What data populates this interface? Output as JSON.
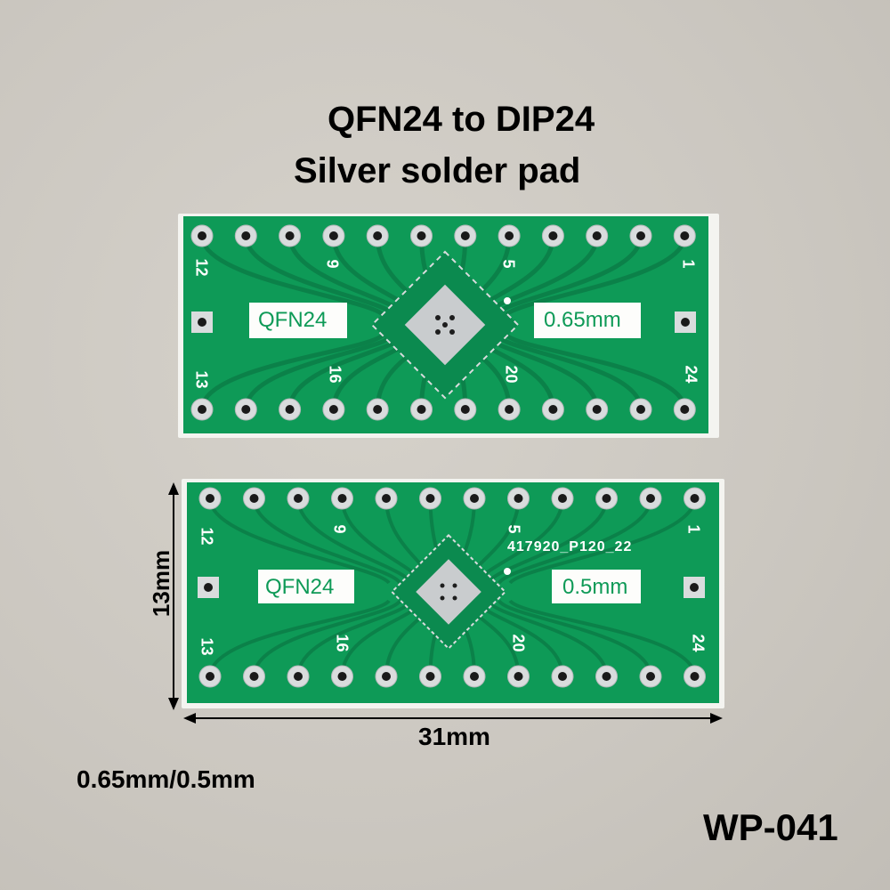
{
  "heading": {
    "line1": "QFN24 to DIP24",
    "line2": "Silver solder pad"
  },
  "boards": [
    {
      "package_label": "QFN24",
      "pitch_label": "0.65mm",
      "pin_numbers": {
        "top_left": "12",
        "top_mid1": "9",
        "top_mid2": "5",
        "top_right": "1",
        "bottom_left": "13",
        "bottom_mid1": "16",
        "bottom_mid2": "20",
        "bottom_right": "24"
      },
      "part_code": ""
    },
    {
      "package_label": "QFN24",
      "pitch_label": "0.5mm",
      "pin_numbers": {
        "top_left": "12",
        "top_mid1": "9",
        "top_mid2": "5",
        "top_right": "1",
        "bottom_left": "13",
        "bottom_mid1": "16",
        "bottom_mid2": "20",
        "bottom_right": "24"
      },
      "part_code": "417920_P120_22"
    }
  ],
  "dimensions": {
    "height": "13mm",
    "width": "31mm"
  },
  "pitch_options": "0.65mm/0.5mm",
  "model": "WP-041",
  "colors": {
    "pcb": "#0e9a57",
    "pcb_edge": "#f2f2ee",
    "trace": "#0b7f48",
    "pad": "#d9dcdd",
    "background": "#cbc7c0"
  }
}
